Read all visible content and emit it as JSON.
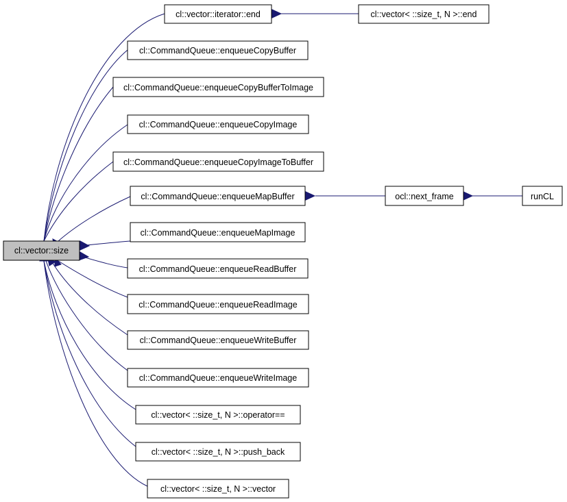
{
  "colors": {
    "edge": "#191970",
    "node_fill": "#ffffff",
    "root_fill": "#bfbfbf",
    "border": "#000000"
  },
  "nodes": [
    {
      "id": "size",
      "label": "cl::vector::size"
    },
    {
      "id": "iter_end",
      "label": "cl::vector::iterator::end"
    },
    {
      "id": "eq_copy_buffer",
      "label": "cl::CommandQueue::enqueueCopyBuffer"
    },
    {
      "id": "eq_copy_buffer_to_image",
      "label": "cl::CommandQueue::enqueueCopyBufferToImage"
    },
    {
      "id": "eq_copy_image",
      "label": "cl::CommandQueue::enqueueCopyImage"
    },
    {
      "id": "eq_copy_image_to_buffer",
      "label": "cl::CommandQueue::enqueueCopyImageToBuffer"
    },
    {
      "id": "eq_map_buffer",
      "label": "cl::CommandQueue::enqueueMapBuffer"
    },
    {
      "id": "eq_map_image",
      "label": "cl::CommandQueue::enqueueMapImage"
    },
    {
      "id": "eq_read_buffer",
      "label": "cl::CommandQueue::enqueueReadBuffer"
    },
    {
      "id": "eq_read_image",
      "label": "cl::CommandQueue::enqueueReadImage"
    },
    {
      "id": "eq_write_buffer",
      "label": "cl::CommandQueue::enqueueWriteBuffer"
    },
    {
      "id": "eq_write_image",
      "label": "cl::CommandQueue::enqueueWriteImage"
    },
    {
      "id": "vec_op_eq",
      "label": "cl::vector< ::size_t, N >::operator=="
    },
    {
      "id": "vec_push_back",
      "label": "cl::vector< ::size_t, N >::push_back"
    },
    {
      "id": "vec_ctor",
      "label": "cl::vector< ::size_t, N >::vector"
    },
    {
      "id": "vec_end",
      "label": "cl::vector< ::size_t, N >::end"
    },
    {
      "id": "next_frame",
      "label": "ocl::next_frame"
    },
    {
      "id": "run_cl",
      "label": "runCL"
    }
  ],
  "edges": [
    {
      "from": "iter_end",
      "to": "size"
    },
    {
      "from": "eq_copy_buffer",
      "to": "size"
    },
    {
      "from": "eq_copy_buffer_to_image",
      "to": "size"
    },
    {
      "from": "eq_copy_image",
      "to": "size"
    },
    {
      "from": "eq_copy_image_to_buffer",
      "to": "size"
    },
    {
      "from": "eq_map_buffer",
      "to": "size"
    },
    {
      "from": "eq_map_image",
      "to": "size"
    },
    {
      "from": "eq_read_buffer",
      "to": "size"
    },
    {
      "from": "eq_read_image",
      "to": "size"
    },
    {
      "from": "eq_write_buffer",
      "to": "size"
    },
    {
      "from": "eq_write_image",
      "to": "size"
    },
    {
      "from": "vec_op_eq",
      "to": "size"
    },
    {
      "from": "vec_push_back",
      "to": "size"
    },
    {
      "from": "vec_ctor",
      "to": "size"
    },
    {
      "from": "vec_end",
      "to": "iter_end"
    },
    {
      "from": "next_frame",
      "to": "eq_map_buffer"
    },
    {
      "from": "run_cl",
      "to": "next_frame"
    }
  ]
}
